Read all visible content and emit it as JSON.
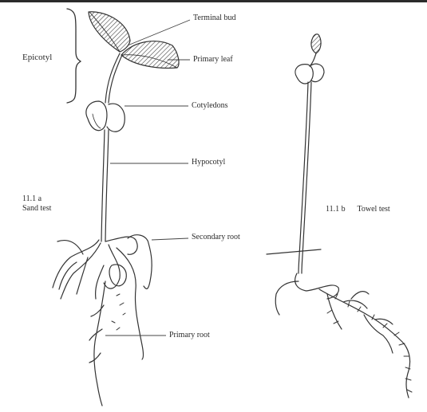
{
  "labels": {
    "epicotyl": "Epicotyl",
    "terminal_bud": "Terminal bud",
    "primary_leaf": "Primary leaf",
    "cotyledons": "Cotyledons",
    "hypocotyl": "Hypocotyl",
    "secondary_root": "Secondary root",
    "primary_root": "Primary root",
    "figure_a_number": "11.1 a",
    "figure_a_title": "Sand test",
    "figure_b_number": "11.1 b",
    "figure_b_title": "Towel test"
  }
}
